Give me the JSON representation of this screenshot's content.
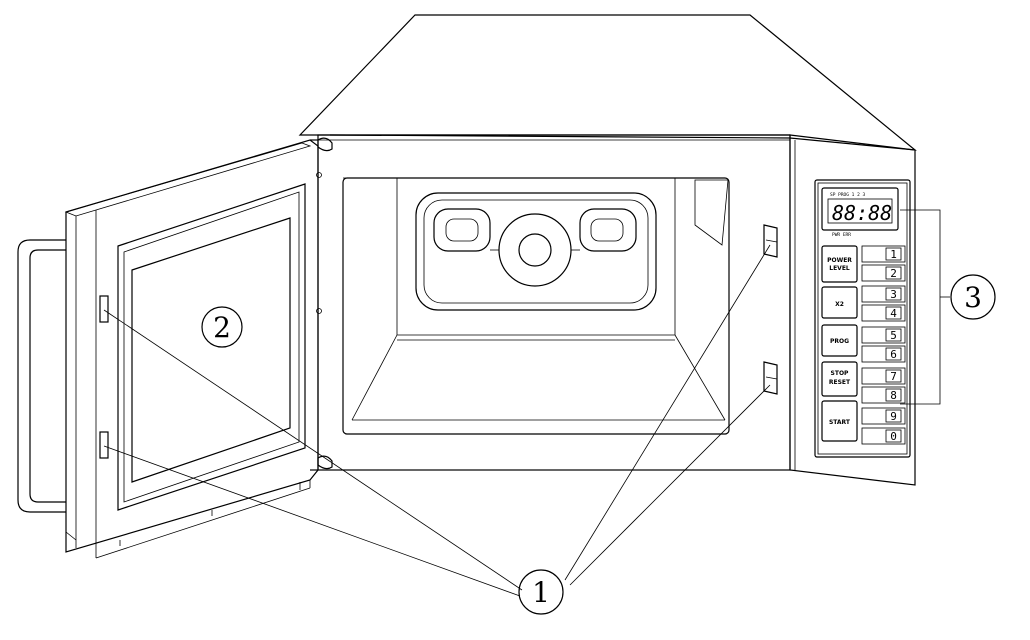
{
  "callouts": {
    "interlocks": "1",
    "door": "2",
    "control_panel": "3"
  },
  "control_panel": {
    "display": {
      "digits": "88:88",
      "top_labels": "SP PROG 1 2 3",
      "bottom_labels": "PWR ERR"
    },
    "left_buttons": [
      {
        "line1": "POWER",
        "line2": "LEVEL"
      },
      {
        "line1": "X2",
        "line2": ""
      },
      {
        "line1": "PROG",
        "line2": ""
      },
      {
        "line1": "STOP",
        "line2": "RESET"
      },
      {
        "line1": "START",
        "line2": ""
      }
    ],
    "number_keys": [
      "1",
      "2",
      "3",
      "4",
      "5",
      "6",
      "7",
      "8",
      "9",
      "0"
    ]
  },
  "colors": {
    "line": "#000000",
    "background": "#ffffff"
  }
}
